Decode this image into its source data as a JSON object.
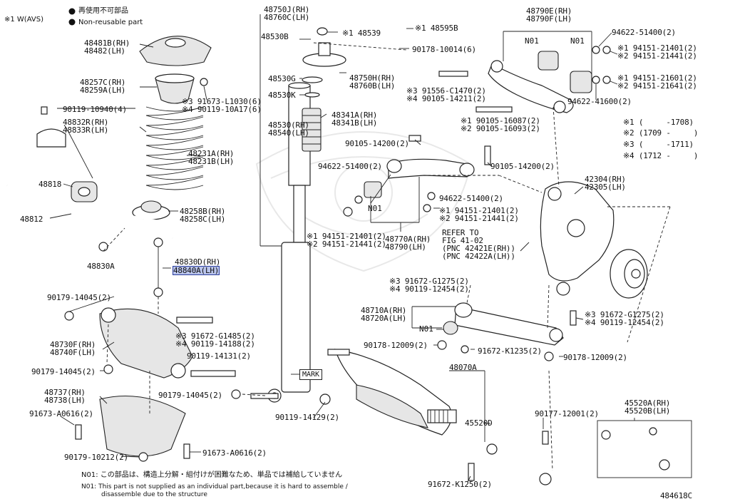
{
  "header": {
    "avs_note": "※1 W(AVS)",
    "legend_jp": "再使用不可部品",
    "legend_en": "Non-reusable part"
  },
  "footnotes": {
    "n1_jp": "N01: この部品は、構造上分解・組付けが困難なため、単品では補給していません",
    "n1_en_line1": "N01: This part is not supplied as an individual part,because it is hard to assemble /",
    "n1_en_line2": "disassemble due to the structure",
    "figure_id": "484618C"
  },
  "date_ranges": {
    "r1": "※1 (     -1708)",
    "r2": "※2 (1709 -     )",
    "r3": "※3 (     -1711)",
    "r4": "※4 (1712 -     )"
  },
  "labels": {
    "p48481": "48481B(RH)\n48482(LH)",
    "p48257": "48257C(RH)\n48259A(LH)",
    "p90119_10940": "90119-10940(4)",
    "p48832": "48832R(RH)\n48833R(LH)",
    "p48818": "48818",
    "p48812": "48812",
    "p48830a": "48830A",
    "p91673_l1030": "※3 91673-L1030(6)\n※4 90119-10A17(6)",
    "p48231": "48231A(RH)\n48231B(LH)",
    "p48258": "48258B(RH)\n48258C(LH)",
    "p48830d": "48830D(RH)",
    "p48840a": "48840A(LH)",
    "p90179_14045a": "90179-14045(2)",
    "p48730": "48730F(RH)\n48740F(LH)",
    "p91672_g1485": "※3 91672-G1485(2)\n※4 90119-14188(2)",
    "p90119_14131": "90119-14131(2)",
    "p90179_14045b": "90179-14045(2)",
    "p90179_14045c": "90179-14045(2)",
    "p48737": "48737(RH)\n48738(LH)",
    "p91673_a0616a": "91673-A0616(2)",
    "p90179_10212": "90179-10212(2)",
    "p91673_a0616b": "91673-A0616(2)",
    "p48750j": "48750J(RH)\n48760C(LH)",
    "p48539": "※1 48539",
    "p48530b": "48530B",
    "p48530g": "48530G",
    "p48530k": "48530K",
    "p48750h": "48750H(RH)\n48760B(LH)",
    "p48530": "48530(RH)\n48540(LH)",
    "p48341": "48341A(RH)\n48341B(LH)",
    "p48595b": "※1 48595B",
    "p90178_10014": "90178-10014(6)",
    "p91556": "※3 91556-C1470(2)\n※4 90105-14211(2)",
    "p90105_14200a": "90105-14200(2)",
    "p94622_51400a": "94622-51400(2)",
    "p94151a": "※1 94151-21401(2)\n※2 94151-21441(2)",
    "p48770a": "48770A(RH)\n48790(LH)",
    "p90105_16087": "※1 90105-16087(2)\n※2 90105-16093(2)",
    "p90105_14200b": "90105-14200(2)",
    "p94622_51400b": "94622-51400(2)",
    "p94151b": "※1 94151-21401(2)\n※2 94151-21441(2)",
    "p_refer": "REFER TO\nFIG 41-02\n(PNC 42421E(RH))\n(PNC 42422A(LH))",
    "p91672_g1275a": "※3 91672-G1275(2)\n※4 90119-12454(2)",
    "p48710a": "48710A(RH)\n48720A(LH)",
    "p90178_12009a": "90178-12009(2)",
    "p91672_k1235": "91672-K1235(2)",
    "p48070a": "48070A",
    "p45520d": "45520D",
    "p90119_14129": "90119-14129(2)",
    "p91672_k1250": "91672-K1250(2)",
    "p48790e": "48790E(RH)\n48790F(LH)",
    "p94622_51400c": "94622-51400(2)",
    "p94151c": "※1 94151-21401(2)\n※2 94151-21441(2)",
    "p94151d": "※1 94151-21601(2)\n※2 94151-21641(2)",
    "p94622_41600": "94622-41600(2)",
    "p42304": "42304(RH)\n42305(LH)",
    "p91672_g1275b": "※3 91672-G1275(2)\n※4 90119-12454(2)",
    "p90178_12009b": "90178-12009(2)",
    "p90177_12001": "90177-12001(2)",
    "p45520a": "45520A(RH)\n45520B(LH)",
    "mark": "MARK",
    "n01": "N01"
  }
}
